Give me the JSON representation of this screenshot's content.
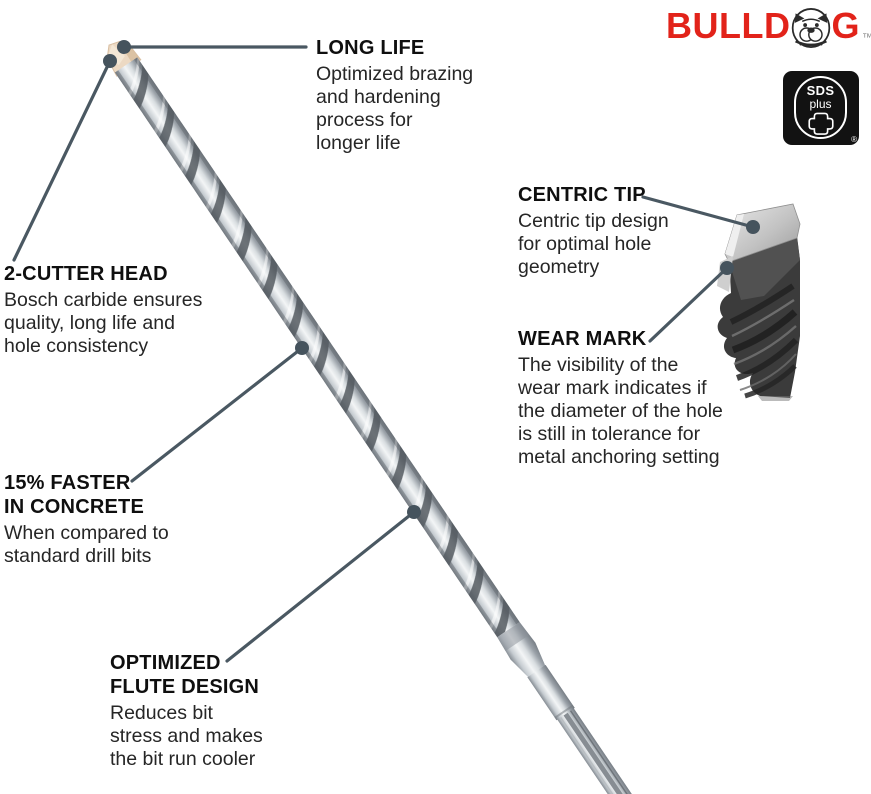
{
  "brand": {
    "name_prefix": "BULLD",
    "name_suffix": "G",
    "tm": "™",
    "dog_icon": "bulldog-head-icon",
    "color_red": "#e2231a"
  },
  "badge": {
    "line1": "SDS",
    "line2": "plus",
    "registered": "®",
    "icon": "sds-shank-cross-section-icon"
  },
  "callouts": {
    "long_life": {
      "title": "LONG LIFE",
      "body": "Optimized brazing\nand hardening\nprocess for\nlonger life"
    },
    "two_cutter": {
      "title": "2-CUTTER HEAD",
      "body": "Bosch carbide ensures\nquality, long life and\nhole consistency"
    },
    "centric_tip": {
      "title": "CENTRIC TIP",
      "body": "Centric tip design\nfor optimal hole\ngeometry"
    },
    "wear_mark": {
      "title": "WEAR MARK",
      "body": "The visibility of the\nwear mark indicates if\nthe diameter of the hole\nis still in tolerance for\nmetal anchoring setting"
    },
    "faster": {
      "title": "15% FASTER\nIN CONCRETE",
      "body": "When compared to\nstandard drill bits"
    },
    "flute": {
      "title": "OPTIMIZED\nFLUTE DESIGN",
      "body": "Reduces bit\nstress and makes\nthe bit run cooler"
    }
  },
  "colors": {
    "brand_red": "#e2231a",
    "leader_line": "#4a5862",
    "callout_dot": "#45535d",
    "carbide_tan": "#ecd9c3",
    "heading_text": "#0f0f0f",
    "body_text": "#262626"
  }
}
